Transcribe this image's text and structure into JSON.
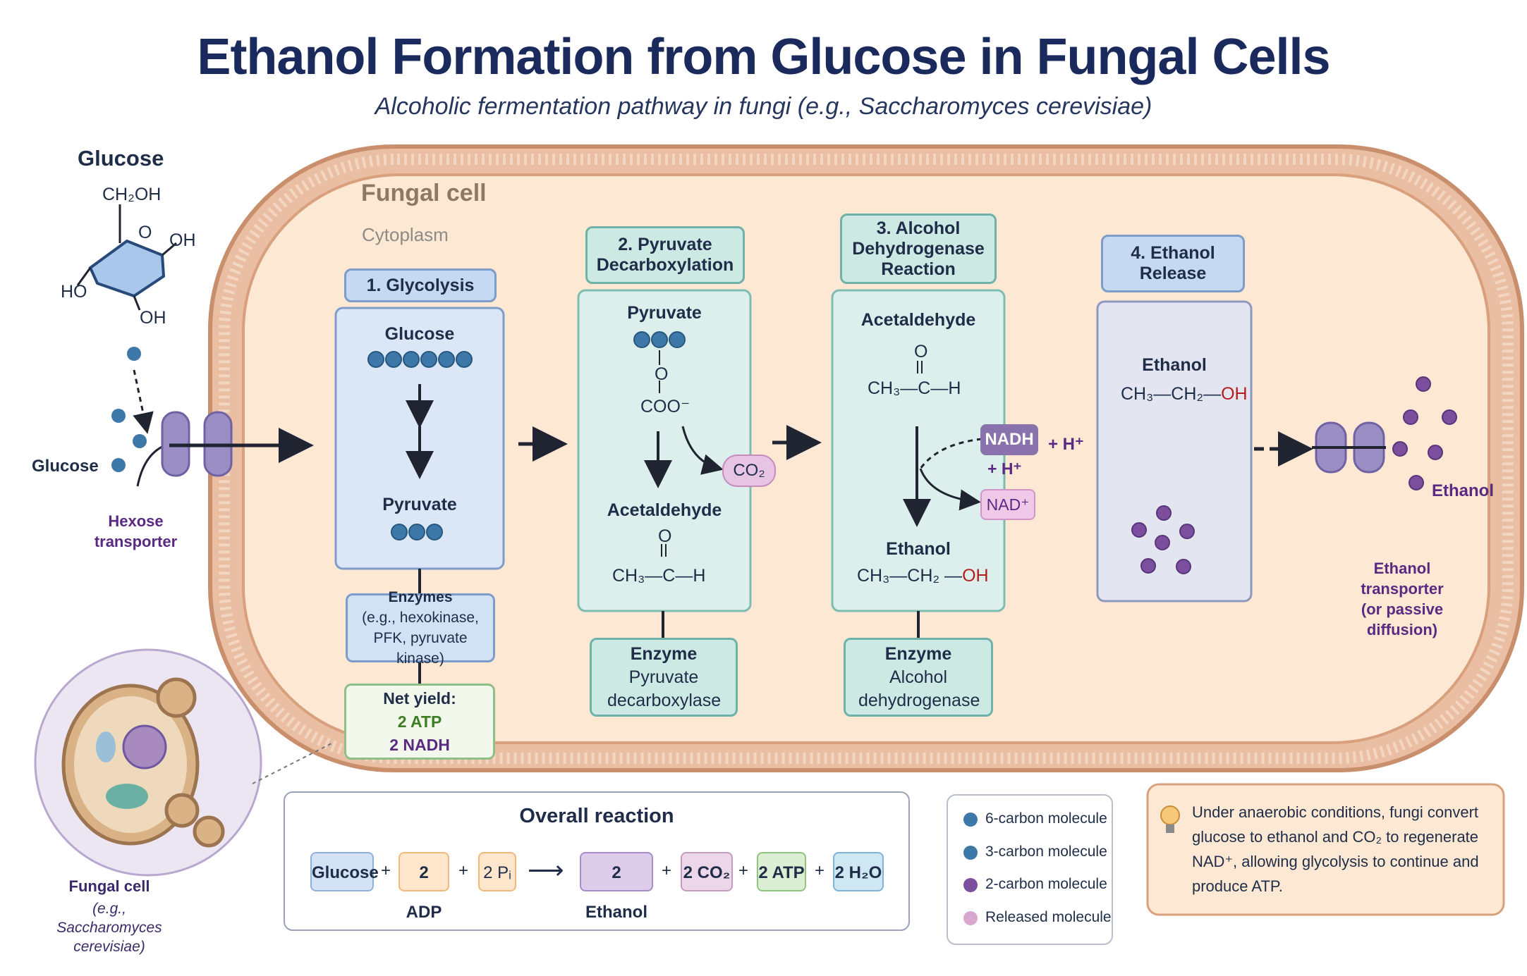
{
  "title": "Ethanol Formation from Glucose in Fungal Cells",
  "subtitle": "Alcoholic fermentation pathway in fungi (e.g., Saccharomyces cerevisiae)",
  "cell": {
    "label": "Fungal cell",
    "region": "Cytoplasm"
  },
  "outside_glucose": {
    "heading": "Glucose",
    "structure_labels": {
      "ch2oh": "CH₂OH",
      "o": "O",
      "oh_right": "OH",
      "ho_left": "HO",
      "oh_bottom": "OH"
    },
    "side_label": "Glucose",
    "transporter": "Hexose transporter"
  },
  "steps": [
    {
      "header": "1. Glycolysis",
      "top_label": "Glucose",
      "bottom_label": "Pyruvate",
      "enzymes_title": "Enzymes",
      "enzymes_detail": "(e.g., hexokinase, PFK, pyruvate kinase)",
      "yield_title": "Net yield:",
      "yield_atp": "2 ATP",
      "yield_nadh": "2 NADH"
    },
    {
      "header": "2. Pyruvate Decarboxylation",
      "top_label": "Pyruvate",
      "formula_o": "O",
      "formula_coo": "COO⁻",
      "released": "CO₂",
      "bottom_label": "Acetaldehyde",
      "bottom_formula_o": "O",
      "bottom_formula": "CH₃—C—H",
      "enzyme_title": "Enzyme",
      "enzyme_name": "Pyruvate decarboxylase"
    },
    {
      "header": "3. Alcohol Dehydrogenase Reaction",
      "top_label": "Acetaldehyde",
      "top_formula_o": "O",
      "top_formula": "CH₃—C—H",
      "nadh": "NADH",
      "h_plus_out": "+ H⁺",
      "h_plus_in": "+ H⁺",
      "nad": "NAD⁺",
      "bottom_label": "Ethanol",
      "bottom_formula": "CH₃—CH₂ —",
      "bottom_oh": "OH",
      "enzyme_title": "Enzyme",
      "enzyme_name": "Alcohol dehydrogenase"
    },
    {
      "header": "4. Ethanol Release",
      "label": "Ethanol",
      "formula": "CH₃—CH₂—",
      "oh": "OH"
    }
  ],
  "outside_ethanol": {
    "label": "Ethanol",
    "transporter": "Ethanol transporter (or passive diffusion)"
  },
  "inset": {
    "label": "Fungal cell",
    "species": "(e.g., Saccharomyces cerevisiae)"
  },
  "overall": {
    "title": "Overall reaction",
    "terms": [
      "Glucose",
      "2 ADP",
      "2 Pᵢ",
      "2 Ethanol",
      "2 CO₂",
      "2 ATP",
      "2 H₂O"
    ],
    "plus": "+",
    "arrow": "⟶"
  },
  "legend": [
    {
      "label": "6-carbon molecule",
      "color": "#3e78a8"
    },
    {
      "label": "3-carbon molecule",
      "color": "#3e78a8"
    },
    {
      "label": "2-carbon molecule",
      "color": "#7b4f9e"
    },
    {
      "label": "Released molecule",
      "color": "#d9a6cf"
    }
  ],
  "note": "Under anaerobic conditions, fungi convert glucose to ethanol and CO₂ to regenerate NAD⁺, allowing glycolysis to continue and produce ATP.",
  "colors": {
    "title": "#1b2a5c",
    "cytoplasm": "#fde8d4",
    "membrane": "#d9a07e",
    "blue_molecule": "#3e78a8",
    "purple_molecule": "#7b4f9e",
    "released": "#e3bde0"
  }
}
